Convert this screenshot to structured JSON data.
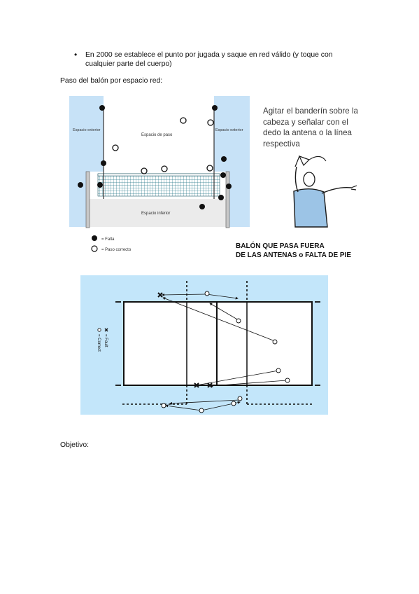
{
  "bullet_text": "En 2000 se establece el punto por jugada y saque en red válido (y toque con cualquier parte del cuerpo)",
  "section_heading": "Paso del balón por espacio red:",
  "net_diagram": {
    "label_exterior_left": "Espacio exterior",
    "label_exterior_right": "Espacio exterior",
    "label_paso": "Espacio de paso",
    "label_inferior": "Espacio inferior",
    "legend_fault": "= Falta",
    "legend_correct": "= Paso correcto"
  },
  "referee_instruction": "Agitar el banderín sobre la cabeza y señalar con el dedo la antena o la línea respectiva",
  "figure_caption_line1": "BALÓN QUE PASA FUERA",
  "figure_caption_line2": "DE LAS ANTENAS o FALTA DE PIE",
  "court_diagram": {
    "legend_fault": "= Fault",
    "legend_correct": "= Correct"
  },
  "objective_label": "Objetivo:",
  "colors": {
    "light_blue": "#c7e2f7",
    "court_blue": "#c3e6fa",
    "net_mesh": "#2a7a8a"
  }
}
